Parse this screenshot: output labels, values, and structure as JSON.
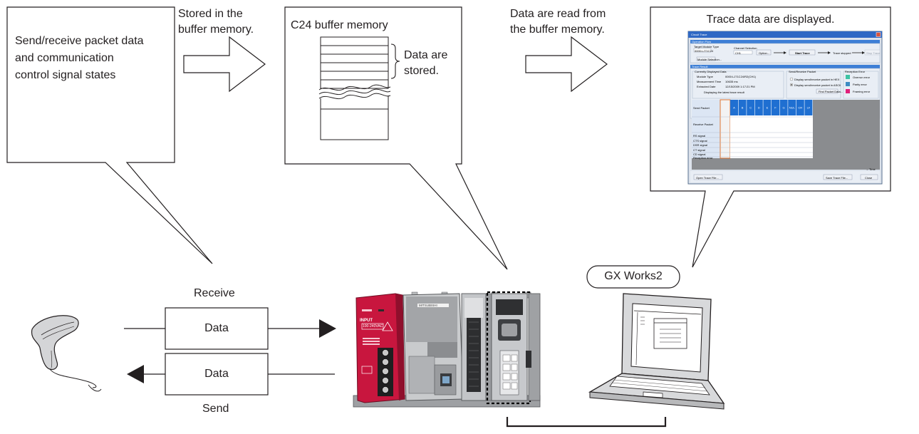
{
  "callouts": {
    "left": {
      "lines": [
        "Send/receive packet data",
        "and communication",
        "control signal states"
      ]
    },
    "buffer": {
      "title": "C24 buffer memory",
      "note_lines": [
        "Data are",
        "stored."
      ]
    },
    "trace": {
      "title": "Trace data are displayed."
    }
  },
  "arrows": {
    "stored": {
      "lines": [
        "Stored in the",
        "buffer memory."
      ]
    },
    "read": {
      "lines": [
        "Data are read from",
        "the buffer memory."
      ]
    }
  },
  "link": {
    "receive_label": "Receive",
    "send_label": "Send",
    "data_box_top": "Data",
    "data_box_bottom": "Data"
  },
  "devices": {
    "software_label": "GX Works2",
    "barcode_reader_icon": "barcode-reader-icon",
    "plc_icon": "plc-icon",
    "laptop_icon": "laptop-icon"
  },
  "plc": {
    "brand": "MITSUBISHI",
    "input_label": "INPUT",
    "voltage": "100-240VAC"
  },
  "trace_window": {
    "title": "Circuit Trace",
    "section_operation": "Operation Flow",
    "section_result": "Trace Result",
    "target_module_label": "Target Module Type",
    "target_module_value": "0000:LJ71C24",
    "module_selection_button": "Module Selection...",
    "channel_label": "Channel Selection",
    "channel_value": "CH1",
    "option_button": "Option...",
    "start_button": "Start Trace",
    "stop_button": "Stop Trace",
    "stopped_label": "Trace stopped",
    "displayed_data_label": "Currently Displayed Data",
    "module_type_label": "Module Type",
    "module_type_value": "0000:LJ71C24/R2(CH1)",
    "measurement_label": "Measurement Time",
    "measurement_value": "10635 ms",
    "extracted_label": "Extracted Date",
    "extracted_value": "12/15/2009 1:17:21 PM",
    "latest_label": "Displaying the latest trace result",
    "packet_group_label": "Send/Receive Packet",
    "packet_hex": "Display send/receive packet in HEX",
    "packet_ascii": "Display send/receive packet in ASCII",
    "find_button": "Find Packet Data...",
    "error_group_label": "Reception Error",
    "error_items": [
      "Overrun error",
      "Parity error",
      "Framing error"
    ],
    "error_colors": [
      "#3ec3a4",
      "#3e8cc3",
      "#e0207a"
    ],
    "row_labels": [
      "Send Packet",
      "Receive Packet",
      "RS signal",
      "CTS signal",
      "DSR signal",
      "CT signal",
      "CD signal",
      "Reception error"
    ],
    "packet_cells": [
      "A",
      "B",
      "C",
      "D",
      "E",
      "F",
      "G",
      "NUL",
      "CR",
      "LF"
    ],
    "time_label": "→ Time",
    "open_button": "Open Trace File...",
    "save_button": "Save Trace File...",
    "close_button": "Close"
  },
  "colors": {
    "plc_red": "#c8163e",
    "arrow_head": "#231f20",
    "window_blue": "#2f68c4"
  }
}
